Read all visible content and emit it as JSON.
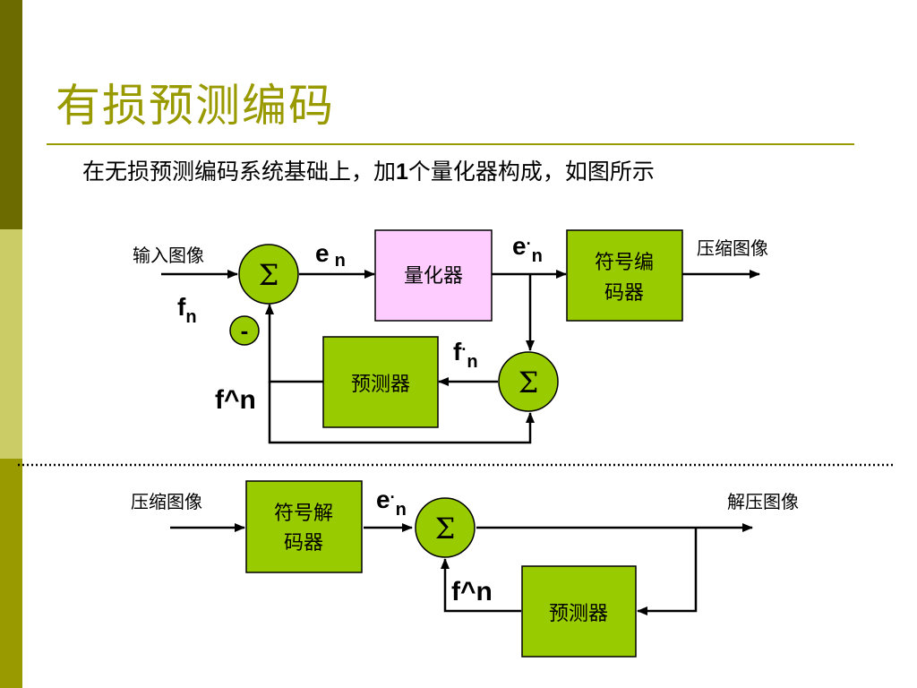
{
  "title": "有损预测编码",
  "subtitle": {
    "before": "在无损预测编码系统基础上，加",
    "number": "1",
    "after": "个量化器构成，如图所示"
  },
  "encoder": {
    "input_label": "输入图像",
    "output_label": "压缩图像",
    "quantizer": "量化器",
    "symbol_encoder": [
      "符号编",
      "码器"
    ],
    "predictor": "预测器",
    "sum_symbol": "Σ",
    "minus_sign": "-",
    "f_n": {
      "base": "f",
      "sub": "n"
    },
    "e_n": {
      "base": "e",
      "sub": "n"
    },
    "e_dot_n": {
      "base": "e",
      "dot": "·",
      "sub": "n"
    },
    "f_dot_n": {
      "base": "f",
      "dot": "·",
      "sub": "n"
    },
    "f_hat_n": "f^n"
  },
  "decoder": {
    "input_label": "压缩图像",
    "output_label": "解压图像",
    "symbol_decoder": [
      "符号解",
      "码器"
    ],
    "predictor": "预测器",
    "sum_symbol": "Σ",
    "e_dot_n": {
      "base": "e",
      "dot": "·",
      "sub": "n"
    },
    "f_hat_n": "f^n"
  },
  "colors": {
    "block_green": "#99cc00",
    "quantizer_pink": "#ffccff",
    "accent_olive": "#999900",
    "bar_dark": "#6b6b00",
    "bar_light": "#cccc66"
  }
}
